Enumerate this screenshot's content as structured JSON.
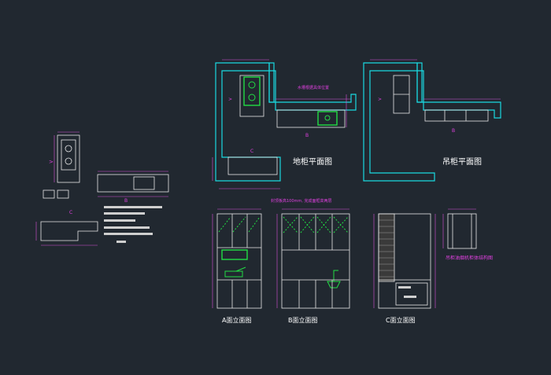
{
  "labels": {
    "floor_plan": "地柜平面图",
    "wall_plan": "吊柜平面图",
    "elev_a": "A面立面图",
    "elev_b": "B面立面图",
    "elev_c": "C面立面图",
    "hood_note": "吊柜油烟机柜体结构图",
    "b_note": "封顶板高100mm, 完成面框高两层",
    "sink_note": "水槽根据具体位置",
    "letter_b": "B",
    "letter_c": "C",
    "letter_a": "A"
  },
  "colors": {
    "background": "#212830",
    "wall": "#19d9e0",
    "cabinet": "#e8e8e8",
    "dimension": "#d84fd8",
    "appliance": "#22dd44",
    "annotation": "#e040e0"
  }
}
